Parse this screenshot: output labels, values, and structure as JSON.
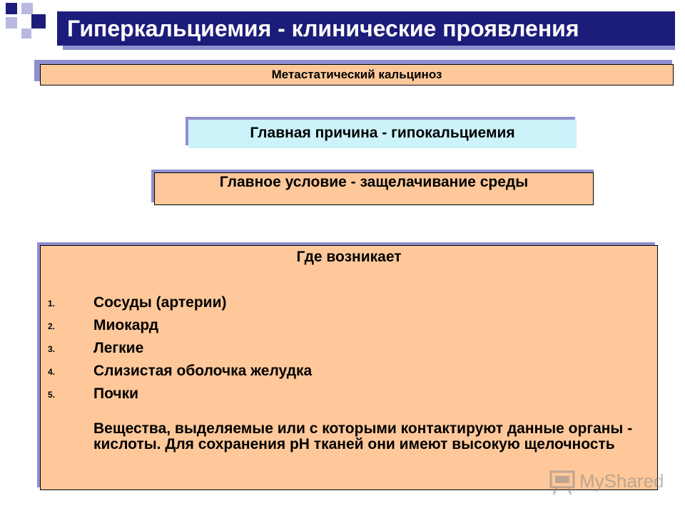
{
  "title": "Гиперкальциемия - клинические проявления",
  "subtitle": "Метастатический  кальциноз",
  "main_cause": "Главная причина - гипокальциемия",
  "main_condition": "Главное условие - защелачивание среды",
  "where": {
    "heading": "Где возникает",
    "items": [
      {
        "num": "1.",
        "text": "Сосуды (артерии)"
      },
      {
        "num": "2.",
        "text": "Миокард"
      },
      {
        "num": "3.",
        "text": "Легкие"
      },
      {
        "num": "4.",
        "text": "Слизистая оболочка желудка"
      },
      {
        "num": "5.",
        "text": "Почки"
      }
    ],
    "note": "Вещества, выделяемые или с которыми контактируют данные органы - кислоты. Для сохранения pH тканей они имеют высокую щелочность"
  },
  "watermark": {
    "text": "MyShared",
    "icon": "presentation-board-icon"
  },
  "colors": {
    "navy": "#1c1c7a",
    "peach": "#fec89a",
    "light_cyan": "#ccf2fa",
    "shadow": "#8f8fd0"
  }
}
